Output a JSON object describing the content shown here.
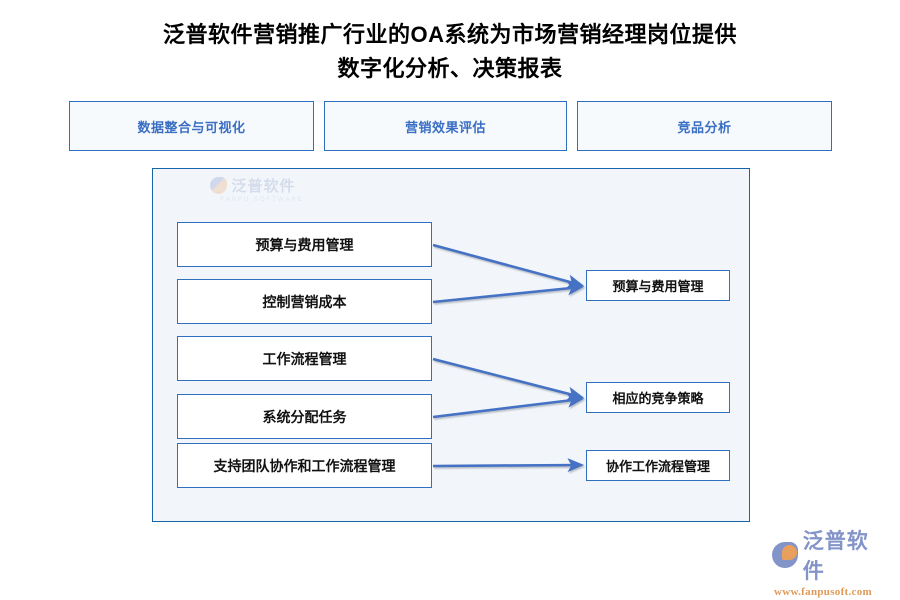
{
  "title": {
    "line1": "泛普软件营销推广行业的OA系统为市场营销经理岗位提供",
    "line2": "数字化分析、决策报表"
  },
  "header_categories": [
    {
      "label": "数据整合与可视化"
    },
    {
      "label": "营销效果评估"
    },
    {
      "label": "竞品分析"
    }
  ],
  "diagram": {
    "left_nodes": [
      {
        "label": "预算与费用管理"
      },
      {
        "label": "控制营销成本"
      },
      {
        "label": "工作流程管理"
      },
      {
        "label": "系统分配任务"
      },
      {
        "label": "支持团队协作和工作流程管理"
      }
    ],
    "right_nodes": [
      {
        "label": "预算与费用管理"
      },
      {
        "label": "相应的竞争策略"
      },
      {
        "label": "协作工作流程管理"
      }
    ],
    "watermark": {
      "text": "泛普软件",
      "subtext": "FANPU SOFTWARE"
    }
  },
  "logo": {
    "name": "泛普软件",
    "url": "www.fanpusoft.com"
  },
  "colors": {
    "title_text": "#000000",
    "header_box_text": "#3a6fc4",
    "header_box_border": "#2e6fbf",
    "header_box_fill": "#f7fafd",
    "panel_fill": "#f2f6fb",
    "panel_border": "#1565a8",
    "node_border": "#2e6fbf",
    "node_fill": "#ffffff",
    "node_text": "#111111",
    "arrow": "#4472c4",
    "logo_blue": "#8394c9",
    "logo_orange": "#e09a58"
  }
}
